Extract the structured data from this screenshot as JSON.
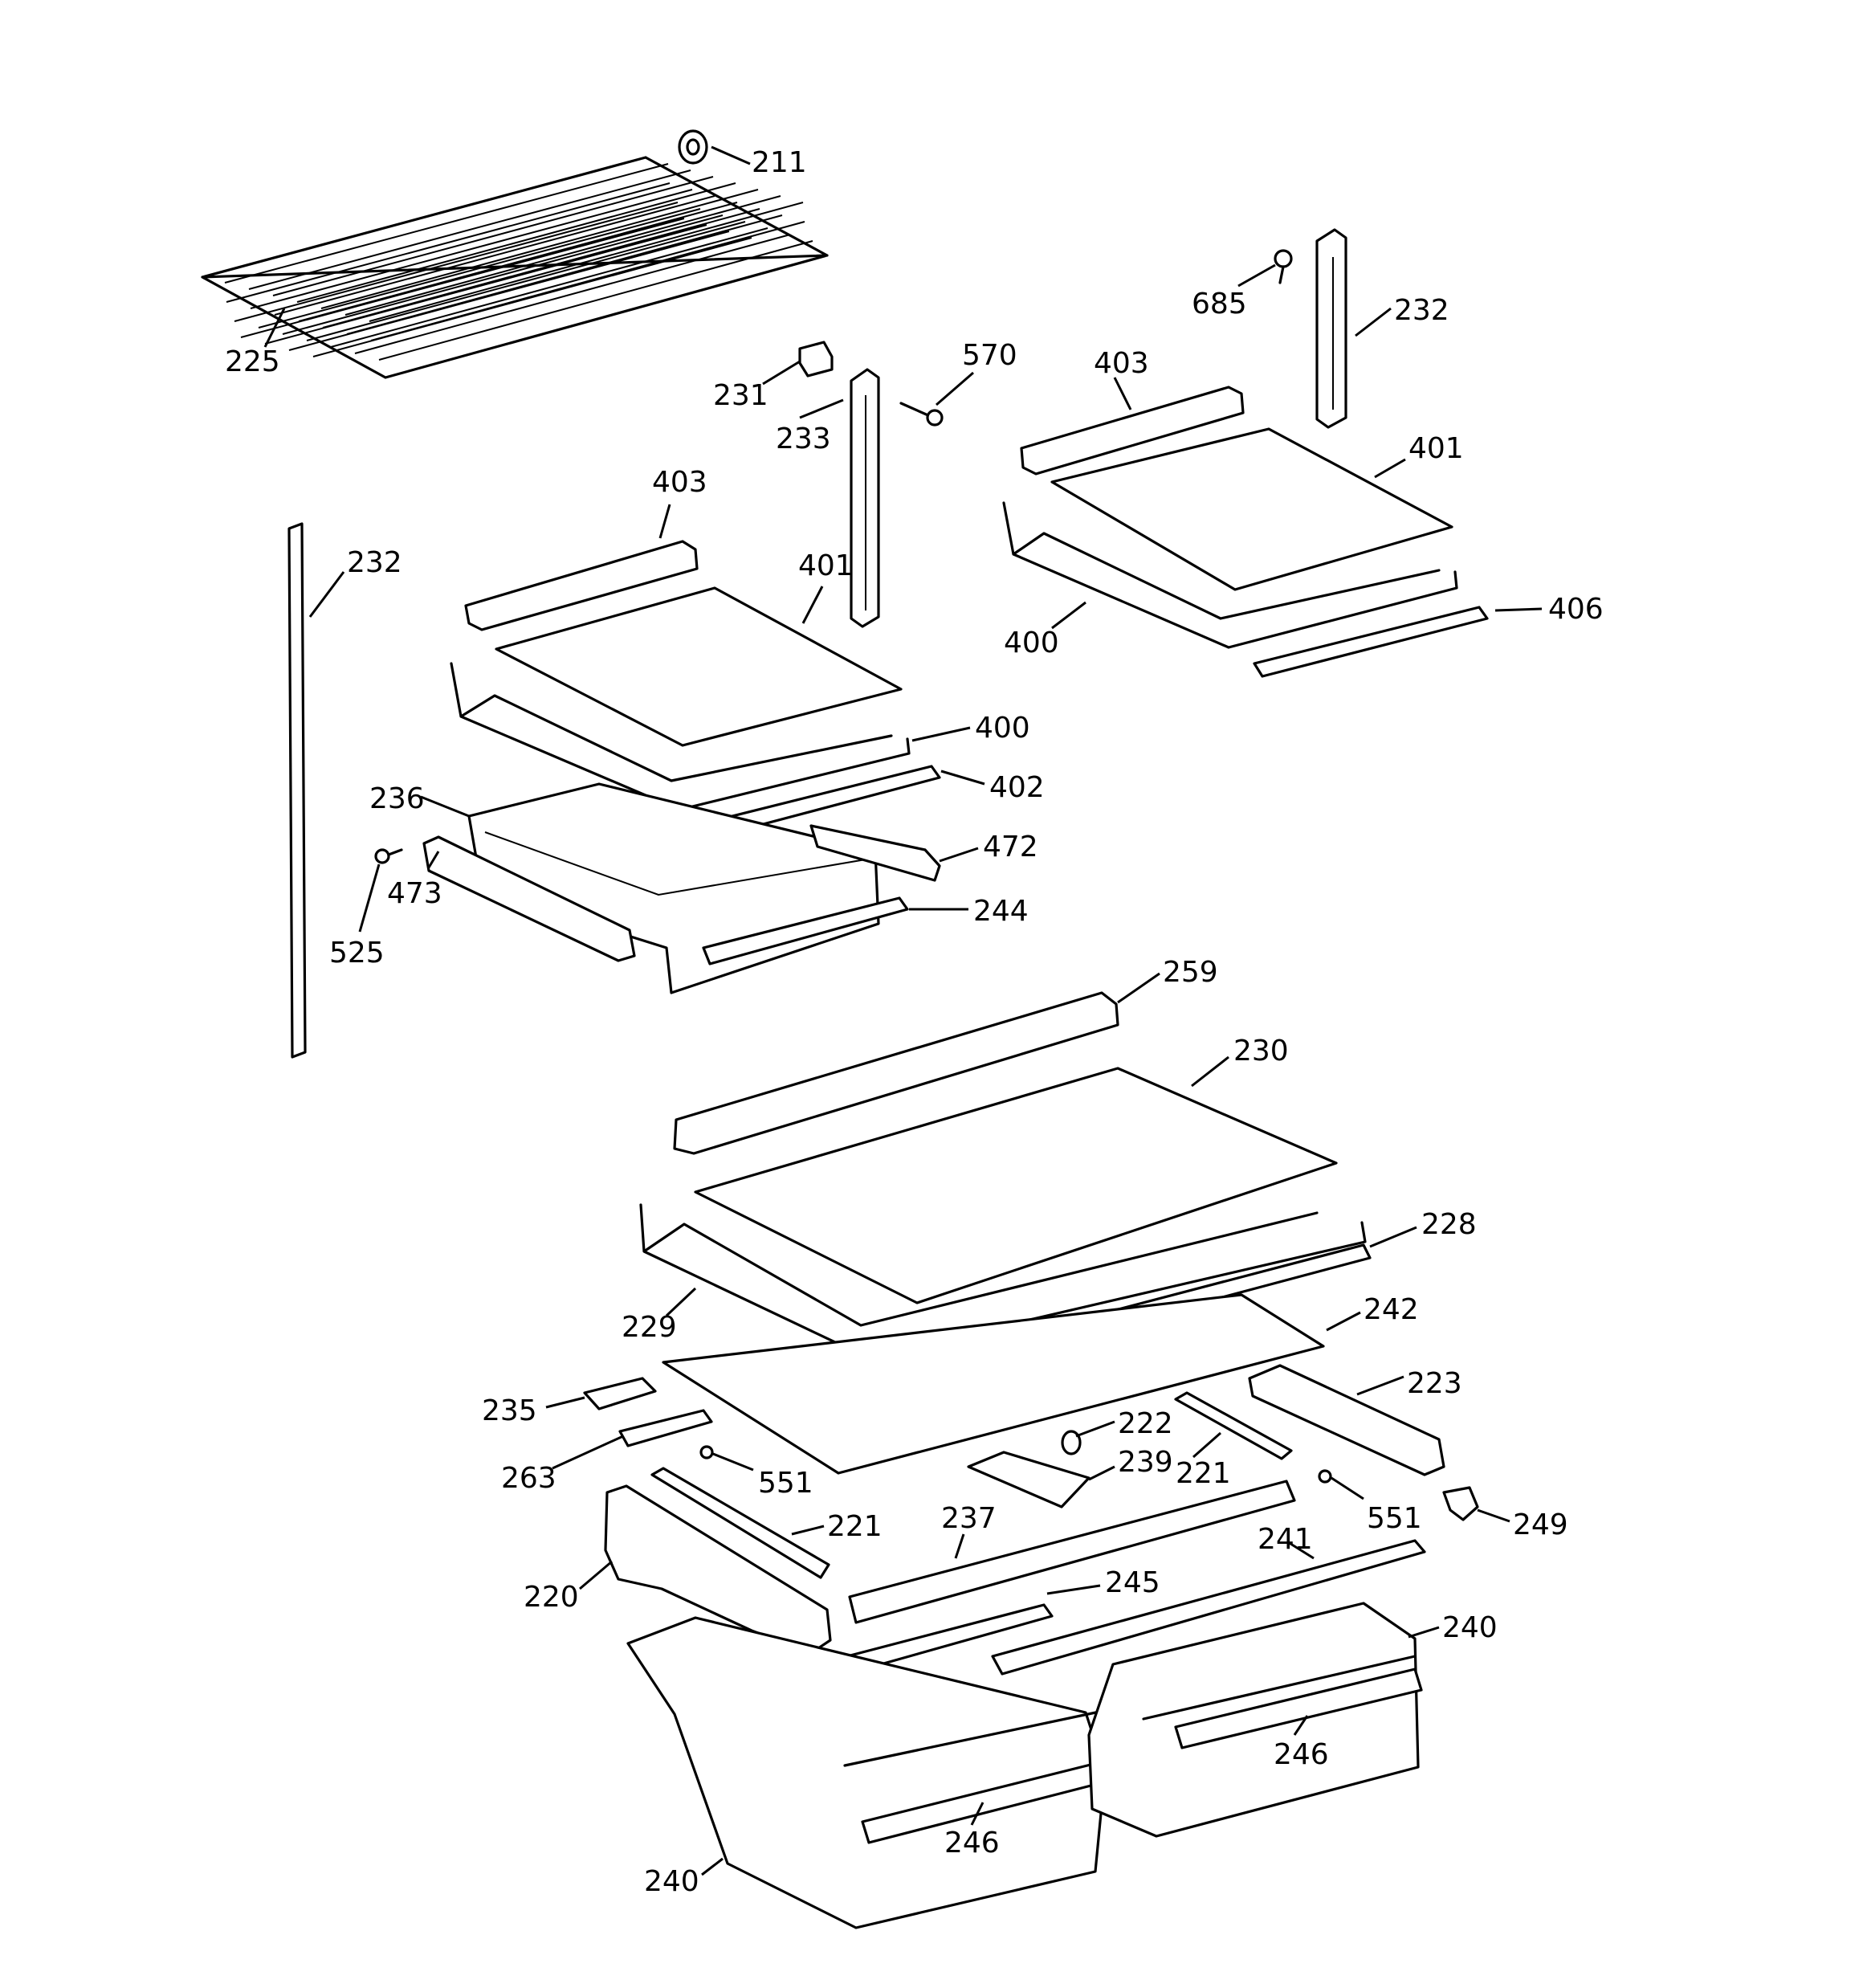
{
  "callouts": [
    {
      "id": "c211",
      "label": "211"
    },
    {
      "id": "c225",
      "label": "225"
    },
    {
      "id": "c685",
      "label": "685"
    },
    {
      "id": "c232a",
      "label": "232"
    },
    {
      "id": "c231",
      "label": "231"
    },
    {
      "id": "c233",
      "label": "233"
    },
    {
      "id": "c570",
      "label": "570"
    },
    {
      "id": "c403a",
      "label": "403"
    },
    {
      "id": "c401a",
      "label": "401"
    },
    {
      "id": "c400a",
      "label": "400"
    },
    {
      "id": "c406",
      "label": "406"
    },
    {
      "id": "c403b",
      "label": "403"
    },
    {
      "id": "c232b",
      "label": "232"
    },
    {
      "id": "c401b",
      "label": "401"
    },
    {
      "id": "c400b",
      "label": "400"
    },
    {
      "id": "c402",
      "label": "402"
    },
    {
      "id": "c236",
      "label": "236"
    },
    {
      "id": "c472",
      "label": "472"
    },
    {
      "id": "c473",
      "label": "473"
    },
    {
      "id": "c244",
      "label": "244"
    },
    {
      "id": "c525",
      "label": "525"
    },
    {
      "id": "c259",
      "label": "259"
    },
    {
      "id": "c230",
      "label": "230"
    },
    {
      "id": "c228",
      "label": "228"
    },
    {
      "id": "c229",
      "label": "229"
    },
    {
      "id": "c242",
      "label": "242"
    },
    {
      "id": "c235",
      "label": "235"
    },
    {
      "id": "c223",
      "label": "223"
    },
    {
      "id": "c222",
      "label": "222"
    },
    {
      "id": "c263",
      "label": "263"
    },
    {
      "id": "c239",
      "label": "239"
    },
    {
      "id": "c221a",
      "label": "221"
    },
    {
      "id": "c551a",
      "label": "551"
    },
    {
      "id": "c221b",
      "label": "221"
    },
    {
      "id": "c237",
      "label": "237"
    },
    {
      "id": "c551b",
      "label": "551"
    },
    {
      "id": "c249",
      "label": "249"
    },
    {
      "id": "c241",
      "label": "241"
    },
    {
      "id": "c220",
      "label": "220"
    },
    {
      "id": "c245",
      "label": "245"
    },
    {
      "id": "c240a",
      "label": "240"
    },
    {
      "id": "c246a",
      "label": "246"
    },
    {
      "id": "c246b",
      "label": "246"
    },
    {
      "id": "c240b",
      "label": "240"
    }
  ]
}
